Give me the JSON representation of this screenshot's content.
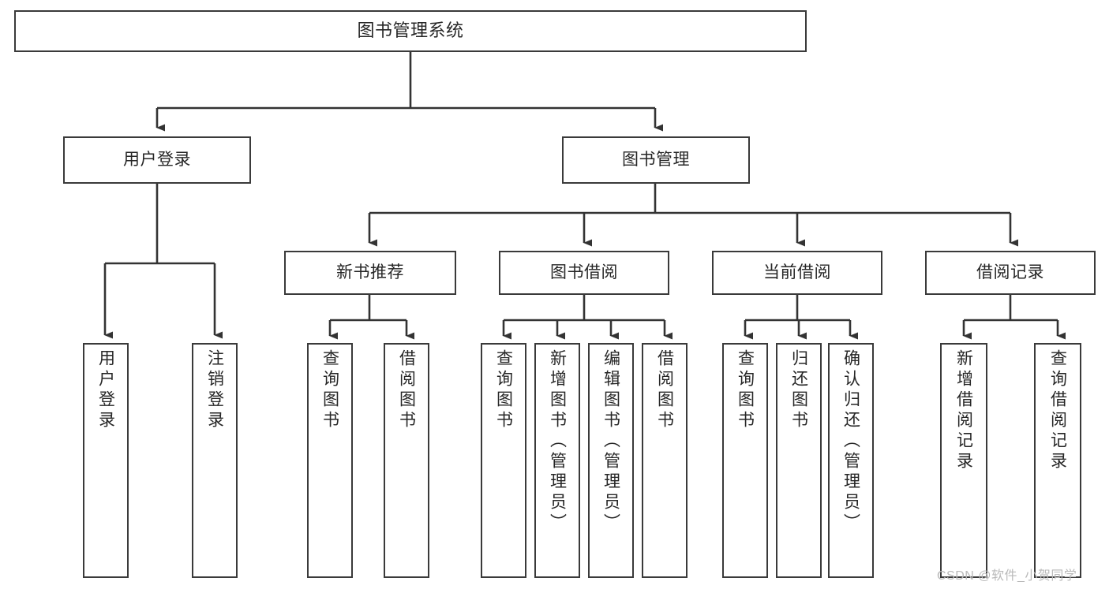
{
  "diagram": {
    "title": "图书管理系统",
    "type": "functional-structure-tree",
    "watermark": "CSDN @软件_小贺同学",
    "colors": {
      "box_border": "#3a3a3a",
      "box_fill": "#ffffff",
      "edge": "#333333",
      "text": "#262626",
      "watermark": "#b9b9b9",
      "background": "#ffffff"
    },
    "levels": {
      "root": {
        "label": "图书管理系统"
      },
      "level2": [
        {
          "id": "user-login",
          "label": "用户登录"
        },
        {
          "id": "book-management",
          "label": "图书管理"
        }
      ],
      "level3": [
        {
          "id": "new-book-recommend",
          "label": "新书推荐",
          "parent": "book-management"
        },
        {
          "id": "book-borrow",
          "label": "图书借阅",
          "parent": "book-management"
        },
        {
          "id": "current-borrow",
          "label": "当前借阅",
          "parent": "book-management"
        },
        {
          "id": "borrow-record",
          "label": "借阅记录",
          "parent": "book-management"
        }
      ],
      "leaves": [
        {
          "id": "leaf-user-login",
          "label": "用户登录",
          "parent": "user-login"
        },
        {
          "id": "leaf-logout-login",
          "label": "注销登录",
          "parent": "user-login"
        },
        {
          "id": "leaf-query-book-1",
          "label": "查询图书",
          "parent": "new-book-recommend"
        },
        {
          "id": "leaf-borrow-book-1",
          "label": "借阅图书",
          "parent": "new-book-recommend"
        },
        {
          "id": "leaf-query-book-2",
          "label": "查询图书",
          "parent": "book-borrow"
        },
        {
          "id": "leaf-add-book",
          "label": "新增图书（管理员）",
          "parent": "book-borrow"
        },
        {
          "id": "leaf-edit-book",
          "label": "编辑图书（管理员）",
          "parent": "book-borrow"
        },
        {
          "id": "leaf-borrow-book-2",
          "label": "借阅图书",
          "parent": "book-borrow"
        },
        {
          "id": "leaf-query-book-3",
          "label": "查询图书",
          "parent": "current-borrow"
        },
        {
          "id": "leaf-return-book",
          "label": "归还图书",
          "parent": "current-borrow"
        },
        {
          "id": "leaf-confirm-return",
          "label": "确认归还（管理员）",
          "parent": "current-borrow"
        },
        {
          "id": "leaf-add-record",
          "label": "新增借阅记录",
          "parent": "borrow-record"
        },
        {
          "id": "leaf-query-record",
          "label": "查询借阅记录",
          "parent": "borrow-record"
        }
      ]
    }
  }
}
